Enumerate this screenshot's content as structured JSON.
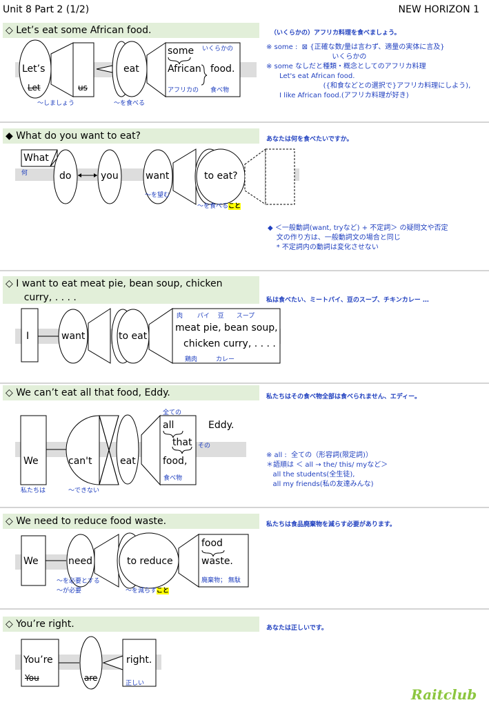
{
  "header": {
    "left": "Unit 8 Part 2 (1/2)",
    "right": "NEW HORIZON 1"
  },
  "logo": "Raitclub",
  "s1": {
    "title": "◇ Let’s eat some African food.",
    "translation": "（いくらかの）アフリカ料理を食べましょう。",
    "words": {
      "lets": "Let’s",
      "let": "Let",
      "us": "us",
      "eat": "eat",
      "some": "some",
      "african": "African",
      "food": "food."
    },
    "glosses": {
      "lets": "～しましょう",
      "eat": "～を食べる",
      "some": "いくらかの",
      "african": "アフリカの",
      "food": "食べ物"
    },
    "notes": "※ some :  ⊠ {正確な数/量は言わず、適量の実体に言及}\n                              いくらかの\n※ some なしだと種類・概念としてのアフリカ料理\n      Let's eat African food.\n                          ({和食などとの選択で}アフリカ料理にしよう),\n      I like African food.(アフリカ料理が好き)"
  },
  "s2": {
    "title": "◆ What do you want to eat?",
    "translation": "あなたは何を食べたいですか。",
    "words": {
      "what": "What",
      "do": "do",
      "you": "you",
      "want": "want",
      "toeat": "to eat?"
    },
    "glosses": {
      "what": "何",
      "want": "～を望む",
      "toeat_pre": "～を食べる",
      "toeat_hl": "こと"
    },
    "notes": "◆ ＜一般動詞(want, tryなど) + 不定詞＞ の疑問文や否定\n    文の作り方は、一般動詞文の場合と同じ\n    * 不定詞内の動詞は変化させない"
  },
  "s3": {
    "title_l1": "◇ I want to eat meat pie, bean soup, chicken",
    "title_l2": "      curry, . . . .",
    "translation": "私は食べたい、ミートパイ、豆のスープ、チキンカレー …",
    "words": {
      "i": "I",
      "want": "want",
      "toeat": "to eat",
      "line1": "meat pie, bean soup,",
      "line2": "chicken curry, . . . ."
    },
    "glosses": {
      "top": "肉　　 パイ　 豆　　スープ",
      "bottom": "鶏肉　　　カレー"
    }
  },
  "s4": {
    "title": "◇ We can’t eat all that food, Eddy.",
    "translation": "私たちはその食べ物全部は食べられません、エディー。",
    "words": {
      "we": "We",
      "cant": "can't",
      "eat": "eat",
      "all": "all",
      "that": "that",
      "food": "food,",
      "eddy": "Eddy."
    },
    "glosses": {
      "all": "全ての",
      "that": "その",
      "food": "食べ物",
      "we": "私たちは",
      "cant": "～できない"
    },
    "notes": "※ all :  全ての（形容詞(限定詞)）\n＊語順は ＜ all → the/ this/ myなど＞\n   all the students(全生徒),\n   all my friends(私の友達みんな)"
  },
  "s5": {
    "title": "◇ We need to reduce food waste.",
    "translation": "私たちは食品廃棄物を減らす必要があります。",
    "words": {
      "we": "We",
      "need": "need",
      "toreduce": "to reduce",
      "food": "food",
      "waste": "waste."
    },
    "glosses": {
      "need1": "～を必要とする",
      "need2": "～が必要",
      "toreduce_pre": "～を減らす",
      "toreduce_hl": "こと",
      "waste": "廃棄物； 無駄"
    }
  },
  "s6": {
    "title": "◇ You’re right.",
    "translation": "あなたは正しいです。",
    "words": {
      "youre": "You’re",
      "you": "You",
      "are": "are",
      "right": "right."
    },
    "glosses": {
      "right": "正しい"
    }
  }
}
